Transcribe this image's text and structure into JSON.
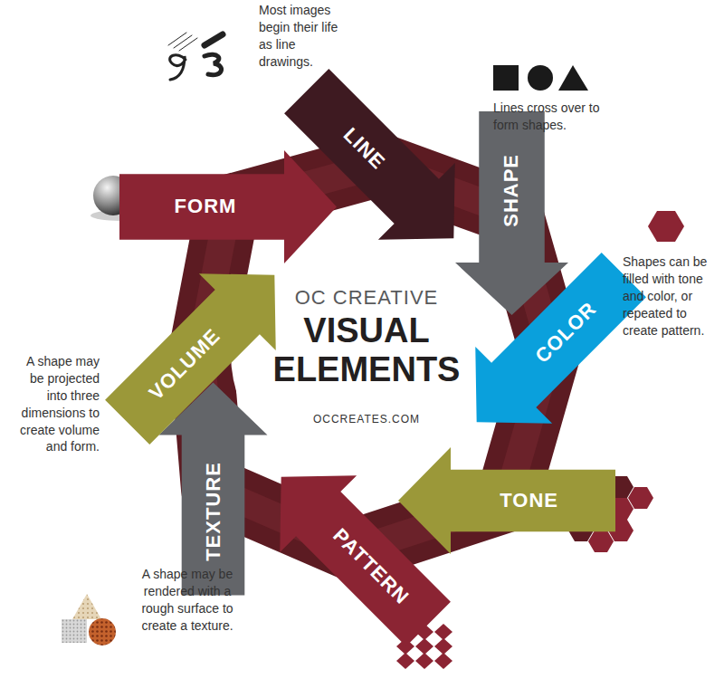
{
  "diagram": {
    "title": "VISUAL ELEMENTS",
    "nodes": [
      {
        "text": [
          "LINE"
        ]
      },
      {
        "text": [
          "SHAPE"
        ]
      },
      {
        "text": [
          "COLOR"
        ]
      },
      {
        "text": [
          "TONE"
        ]
      },
      {
        "text": [
          "PATTERN"
        ]
      },
      {
        "text": [
          "TEXTURE"
        ]
      },
      {
        "text": [
          "VOLUME"
        ]
      },
      {
        "text": [
          "FORM"
        ]
      }
    ],
    "labels": [
      "Most images begin their life as line drawings.",
      "Lines cross over to form shapes.",
      "Shapes can be filled with tone and color, or repeated to create pattern.",
      "A shape may be rendered with a rough surface to create a texture.",
      "A shape may be projected into three dimensions to create volume and form.",
      "OC CREATIVE",
      "OCCREATES.COM"
    ]
  }
}
